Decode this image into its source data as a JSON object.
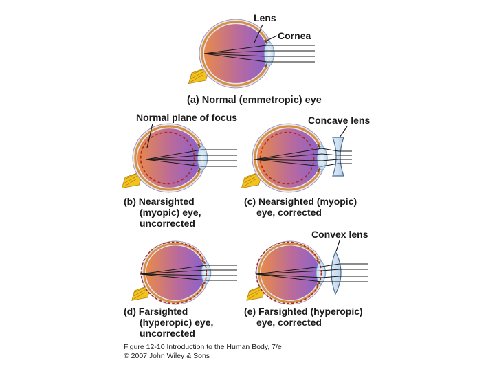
{
  "labels": {
    "lens": "Lens",
    "cornea": "Cornea",
    "normal_plane": "Normal plane of focus",
    "concave_lens": "Concave lens",
    "convex_lens": "Convex lens"
  },
  "panels": {
    "a": {
      "caption": [
        "(a)  Normal (emmetropic) eye"
      ]
    },
    "b": {
      "caption": [
        "(b)  Nearsighted",
        "(myopic) eye,",
        "uncorrected"
      ]
    },
    "c": {
      "caption": [
        "(c)  Nearsighted (myopic)",
        "eye, corrected"
      ]
    },
    "d": {
      "caption": [
        "(d)  Farsighted",
        "(hyperopic) eye,",
        "uncorrected"
      ]
    },
    "e": {
      "caption": [
        "(e)  Farsighted (hyperopic)",
        "eye, corrected"
      ]
    }
  },
  "footer": {
    "line1": "Figure 12-10  Introduction to the Human Body, 7/e",
    "line2": "© 2007 John Wiley & Sons"
  },
  "colors": {
    "eye_orange": "#e88a4a",
    "eye_purple": "#8a62cc",
    "sclera": "#e9e4ee",
    "rim": "#d29040",
    "nerve": "#f2c21e",
    "lens": "#c8dff0"
  }
}
